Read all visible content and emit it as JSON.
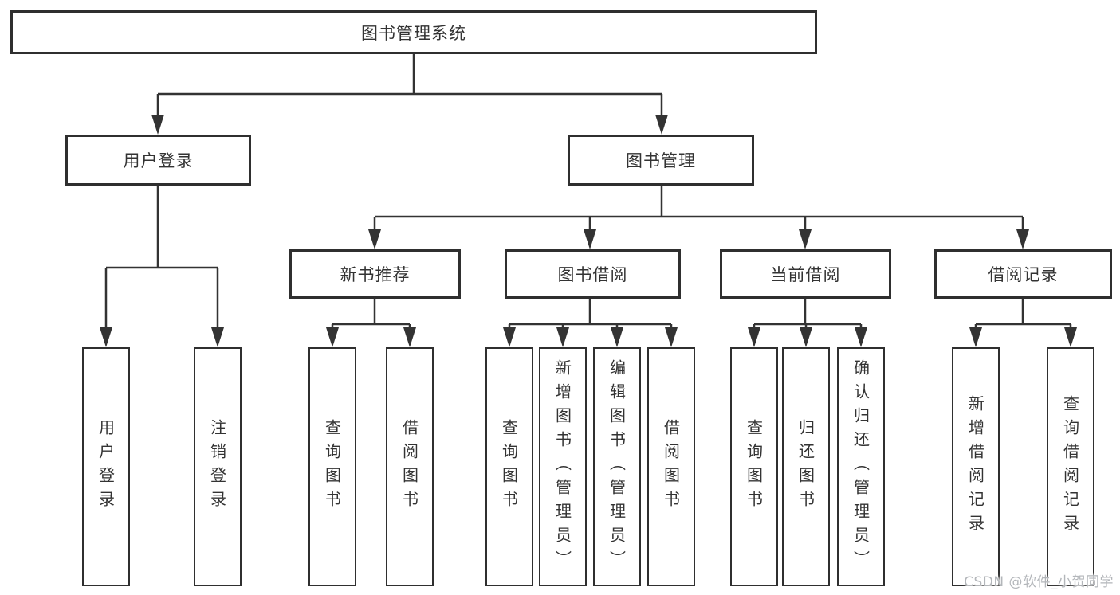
{
  "tree": {
    "root": {
      "label": "图书管理系统"
    },
    "branches": [
      {
        "label": "用户登录",
        "leaves": [
          "用户登录",
          "注销登录"
        ]
      },
      {
        "label": "图书管理",
        "groups": [
          {
            "label": "新书推荐",
            "leaves": [
              "查询图书",
              "借阅图书"
            ]
          },
          {
            "label": "图书借阅",
            "leaves": [
              "查询图书",
              "新增图书（管理员）",
              "编辑图书（管理员）",
              "借阅图书"
            ]
          },
          {
            "label": "当前借阅",
            "leaves": [
              "查询图书",
              "归还图书",
              "确认归还（管理员）"
            ]
          },
          {
            "label": "借阅记录",
            "leaves": [
              "新增借阅记录",
              "查询借阅记录"
            ]
          }
        ]
      }
    ]
  },
  "watermark": {
    "text": "CSDN @软件_小贺同学"
  },
  "colors": {
    "line": "#333333",
    "box_border": "#2f2f2f",
    "text": "#333333",
    "watermark": "#b3b6ba",
    "background": "#ffffff"
  }
}
